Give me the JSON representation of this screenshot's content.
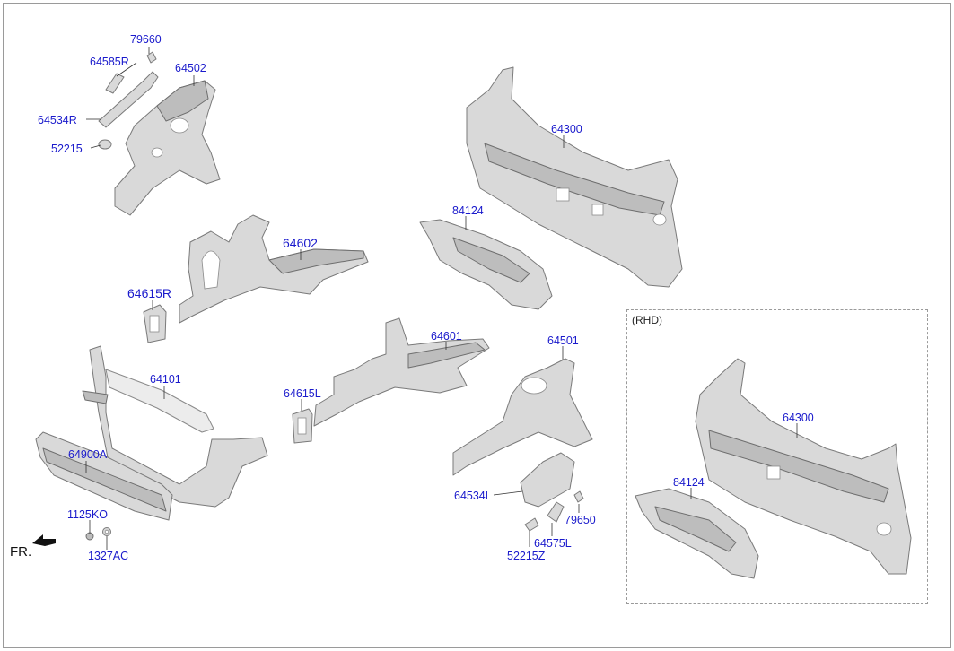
{
  "direction_label": "FR.",
  "rhd_label": "(RHD)",
  "callouts": {
    "p79660": "79660",
    "p64585R": "64585R",
    "p64502": "64502",
    "p64534R": "64534R",
    "p52215": "52215",
    "p64300a": "64300",
    "p84124a": "84124",
    "p64602": "64602",
    "p64615R": "64615R",
    "p64601": "64601",
    "p64501": "64501",
    "p64101": "64101",
    "p64615L": "64615L",
    "p64900A": "64900A",
    "p1125KO": "1125KO",
    "p1327AC": "1327AC",
    "p64534L": "64534L",
    "p79650": "79650",
    "p64575L": "64575L",
    "p52215Z": "52215Z",
    "p64300b": "64300",
    "p84124b": "84124"
  },
  "colors": {
    "callout": "#1a1acc",
    "part": "#d9d9d9",
    "outline": "#7a7a7a"
  }
}
